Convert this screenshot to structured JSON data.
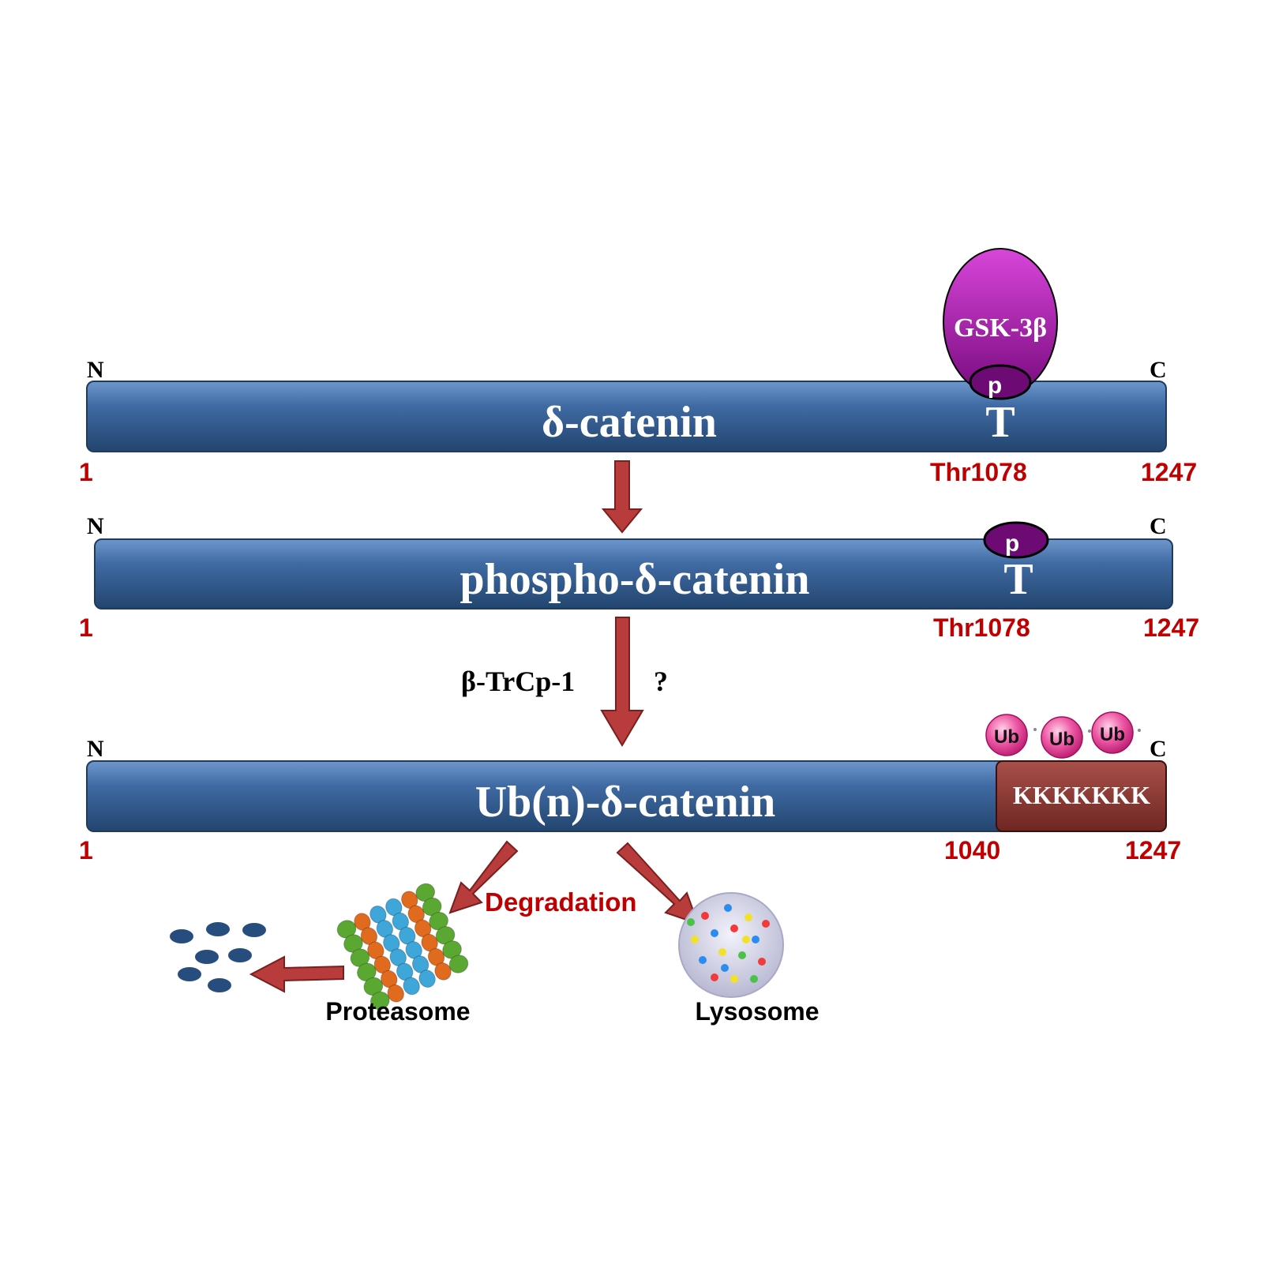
{
  "colors": {
    "bar_fill": "#3f6aa3",
    "bar_edge": "#2a4a78",
    "bar_highlight": "#6e97cc",
    "arrow": "#b83c3c",
    "arrow_edge": "#7a1e1e",
    "red_text": "#c00000",
    "gsk_top": "#cf3bd2",
    "gsk_bottom": "#7e0a84",
    "p_fill": "#6d0a73",
    "ub_fill": "#e8499a",
    "lysine_fill": "#8f3b36",
    "dots": "#274d7e"
  },
  "rows": [
    {
      "label": "δ-catenin",
      "n_label": "N",
      "c_label": "C",
      "start": "1",
      "site": "Thr1078",
      "end": "1247",
      "residue": "T"
    },
    {
      "label": "phospho-δ-catenin",
      "n_label": "N",
      "c_label": "C",
      "start": "1",
      "site": "Thr1078",
      "end": "1247",
      "residue": "T"
    },
    {
      "label": "Ub(n)-δ-catenin",
      "n_label": "N",
      "c_label": "C",
      "start": "1",
      "site": "1040",
      "end": "1247",
      "lysines": "KKKKKKK"
    }
  ],
  "gsk_label": "GSK-3β",
  "phospho_label": "p",
  "ub_labels": [
    "Ub",
    "Ub",
    "Ub"
  ],
  "enzyme_label": "β-TrCp-1",
  "unknown_label": "?",
  "degradation_label": "Degradation",
  "proteasome_label": "Proteasome",
  "lysosome_label": "Lysosome"
}
